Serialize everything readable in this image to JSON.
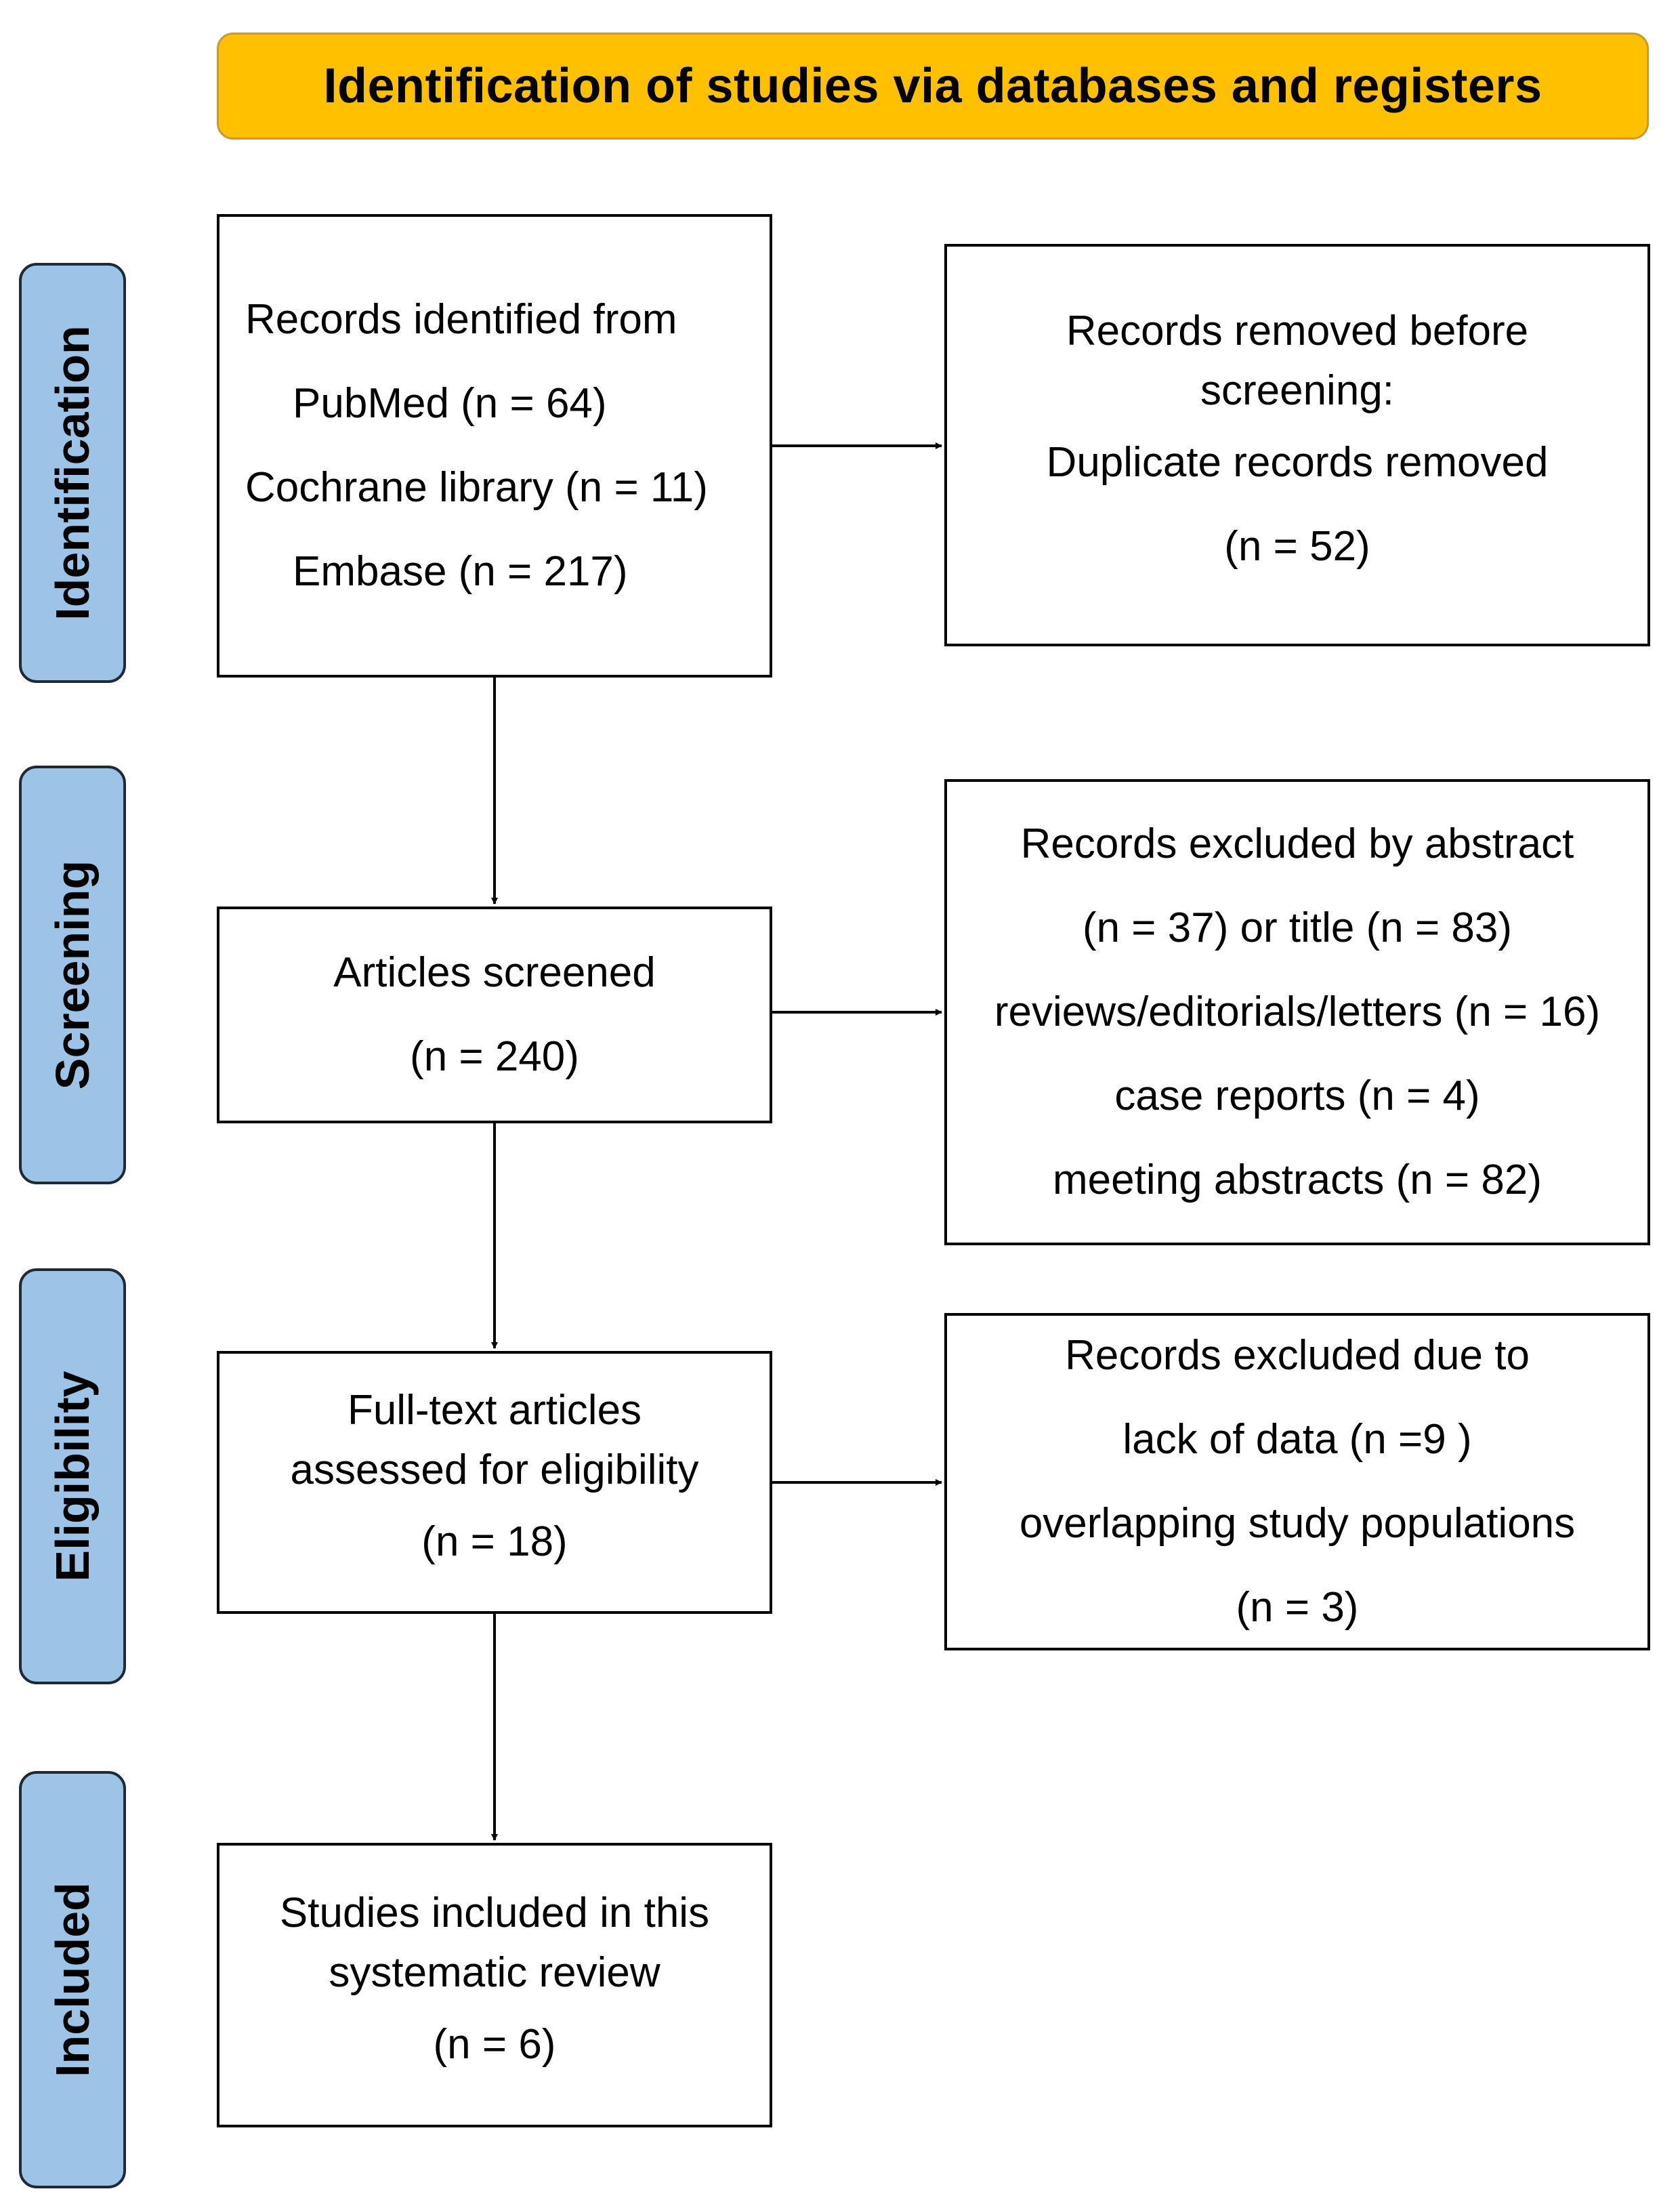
{
  "header": {
    "title": "Identification of studies via databases and registers"
  },
  "stages": {
    "identification": "Identification",
    "screening": "Screening",
    "eligibility": "Eligibility",
    "included": "Included"
  },
  "records_identified": {
    "line1": "Records identified from",
    "line2": "PubMed (n = 64)",
    "line3": "Cochrane library (n = 11)",
    "line4": "Embase (n = 217)"
  },
  "records_removed": {
    "line1": "Records removed before",
    "line2": "screening:",
    "line3": "Duplicate records removed",
    "line4": "(n = 52)"
  },
  "articles_screened": {
    "line1": "Articles screened",
    "line2": "(n = 240)"
  },
  "records_excluded_abstract": {
    "line1": "Records excluded by abstract",
    "line2": "(n = 37) or title (n = 83)",
    "line3": "reviews/editorials/letters (n = 16)",
    "line4": "case reports (n = 4)",
    "line5": "meeting abstracts (n = 82)"
  },
  "full_text": {
    "line1": "Full-text articles",
    "line2": "assessed for eligibility",
    "line3": "(n = 18)"
  },
  "records_excluded_data": {
    "line1": "Records excluded due to",
    "line2": "lack of  data (n =9 )",
    "line3": "overlapping study populations",
    "line4": "(n = 3)"
  },
  "studies_included": {
    "line1": "Studies included in this",
    "line2": "systematic review",
    "line3": "(n = 6)"
  }
}
